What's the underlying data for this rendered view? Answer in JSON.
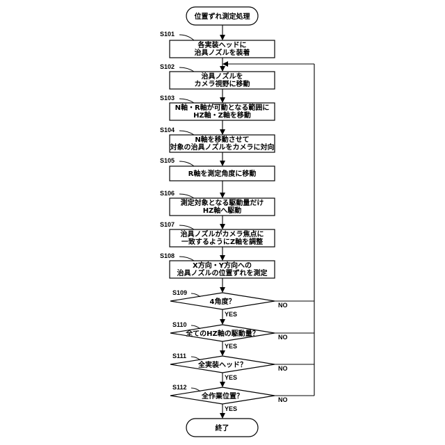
{
  "start": "位置ずれ測定処理",
  "end": "終了",
  "steps": [
    {
      "id": "S101",
      "lines": [
        "各実装ヘッドに",
        "治具ノズルを装着"
      ]
    },
    {
      "id": "S102",
      "lines": [
        "治具ノズルを",
        "カメラ視野に移動"
      ]
    },
    {
      "id": "S103",
      "lines": [
        "N軸・R軸が可動となる範囲に",
        "HZ軸・Z軸を移動"
      ]
    },
    {
      "id": "S104",
      "lines": [
        "N軸を移動させて",
        "対象の治具ノズルをカメラに対向"
      ]
    },
    {
      "id": "S105",
      "lines": [
        "R軸を測定角度に移動"
      ]
    },
    {
      "id": "S106",
      "lines": [
        "測定対象となる駆動量だけ",
        "HZ軸へ駆動"
      ]
    },
    {
      "id": "S107",
      "lines": [
        "治具ノズルがカメラ焦点に",
        "一致するようにZ軸を調整"
      ]
    },
    {
      "id": "S108",
      "lines": [
        "X方向・Y方向への",
        "治具ノズルの位置ずれを測定"
      ]
    }
  ],
  "decisions": [
    {
      "id": "S109",
      "question": "4角度？",
      "yes": "YES",
      "no": "NO"
    },
    {
      "id": "S110",
      "question": "全てのHZ軸の駆動量？",
      "yes": "YES",
      "no": "NO"
    },
    {
      "id": "S111",
      "question": "全実装ヘッド？",
      "yes": "YES",
      "no": "NO"
    },
    {
      "id": "S112",
      "question": "全作業位置？",
      "yes": "YES",
      "no": "NO"
    }
  ]
}
